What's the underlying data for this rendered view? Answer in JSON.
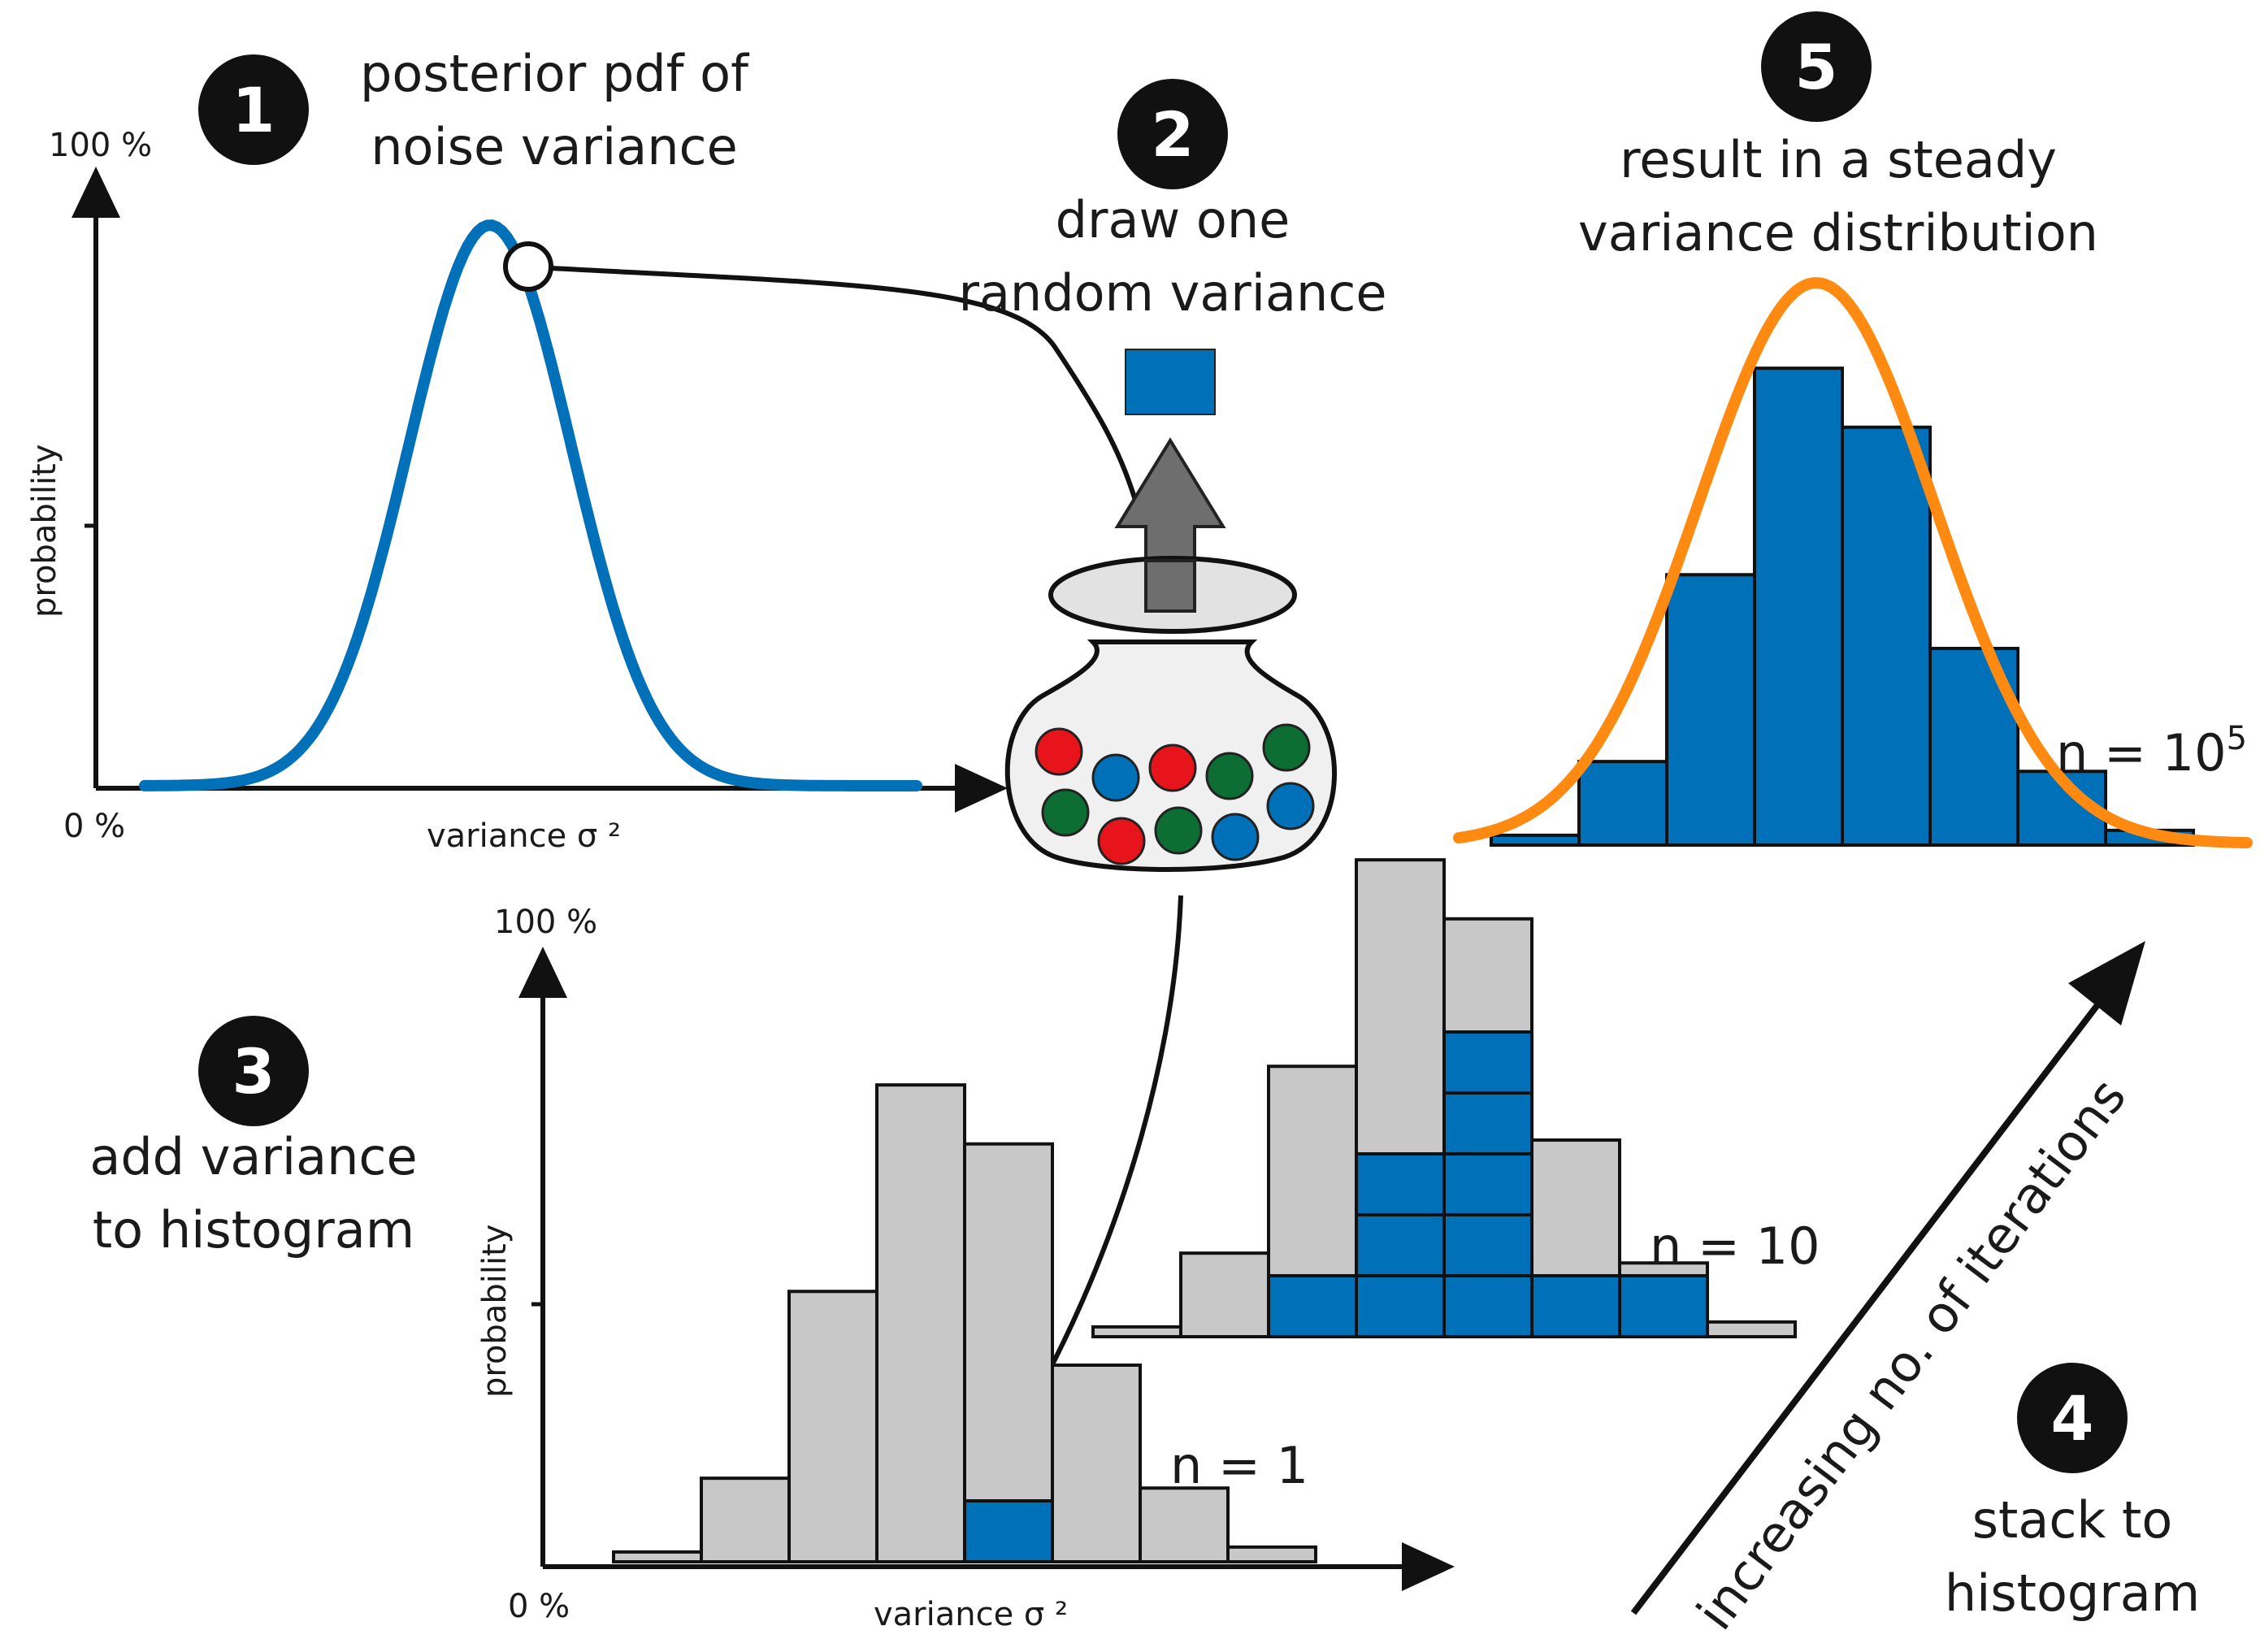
{
  "colors": {
    "blue": "#0071b8",
    "orange": "#ff8a12",
    "gray_bar": "#c8c8c8",
    "dark_gray_arrow": "#6e6e6e",
    "red_ball": "#e8141c",
    "green_ball": "#0d6e34",
    "black": "#111111"
  },
  "steps": [
    {
      "number": "1",
      "lines": [
        "posterior pdf of",
        "noise variance"
      ]
    },
    {
      "number": "2",
      "lines": [
        "draw one",
        "random variance"
      ]
    },
    {
      "number": "3",
      "lines": [
        "add variance",
        "to histogram"
      ]
    },
    {
      "number": "4",
      "lines": [
        "stack to",
        "histogram"
      ]
    },
    {
      "number": "5",
      "lines": [
        "result in a steady",
        "variance distribution"
      ]
    }
  ],
  "pdf_panel": {
    "y_top": "100 %",
    "y_bottom": "0 %",
    "ylabel": "probability",
    "xlabel": "variance σ ²",
    "curve": "gaussian"
  },
  "hist_panel": {
    "y_top": "100 %",
    "y_bottom": "0 %",
    "ylabel": "probability",
    "xlabel": "variance σ ²"
  },
  "diagonal_arrow_label": "increasing no. of iterations",
  "chart_data": [
    {
      "type": "bar",
      "label": "n = 1",
      "reference_bars": [
        0.02,
        0.17,
        0.55,
        0.97,
        0.85,
        0.4,
        0.15,
        0.03
      ],
      "counts": [
        0,
        0,
        0,
        0,
        1,
        0,
        0,
        0
      ]
    },
    {
      "type": "bar",
      "label": "n = 10",
      "reference_bars": [
        0.02,
        0.17,
        0.55,
        0.97,
        0.85,
        0.4,
        0.15,
        0.03
      ],
      "counts": [
        0,
        0,
        1,
        3,
        5,
        1,
        1,
        0
      ]
    },
    {
      "type": "bar",
      "label_base": "n = 10",
      "label_exp": "5",
      "values": [
        0.02,
        0.17,
        0.55,
        0.97,
        0.85,
        0.4,
        0.15,
        0.03
      ],
      "fit_curve": "gaussian"
    }
  ]
}
